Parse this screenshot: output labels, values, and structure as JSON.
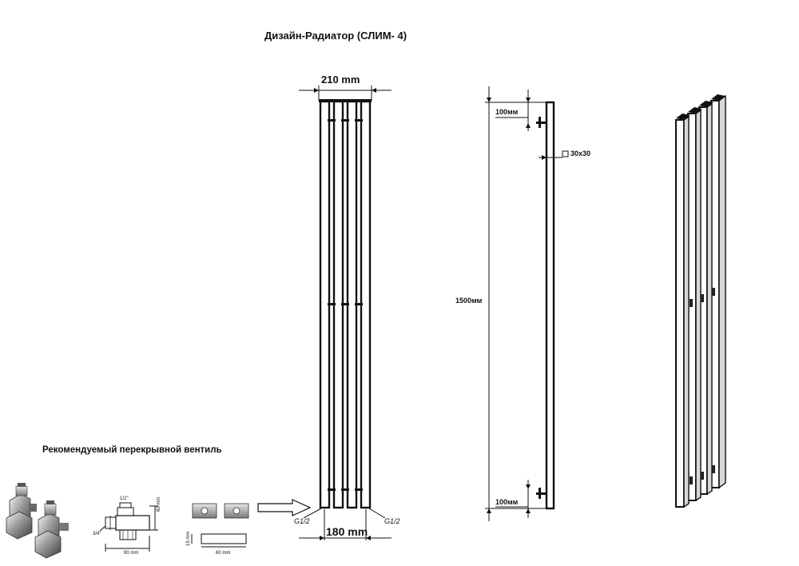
{
  "title": "Дизайн-Радиатор (СЛИМ- 4)",
  "front_view": {
    "top_width": "210  mm",
    "bottom_width": "180  mm",
    "left_connection": "G1/2",
    "right_connection": "G1/2"
  },
  "side_view": {
    "top_offset": "100мм",
    "bottom_offset": "100мм",
    "height": "1500мм",
    "profile": "30x30"
  },
  "valve_section": {
    "heading": "Рекомендуемый перекрывной вентиль",
    "pipe_top": "1/2\"",
    "pipe_side": "3/4\"",
    "height_dim": "60 mm",
    "width_dim": "90 mm",
    "cover_thickness": "15 mm",
    "cover_width": "60 mm"
  }
}
